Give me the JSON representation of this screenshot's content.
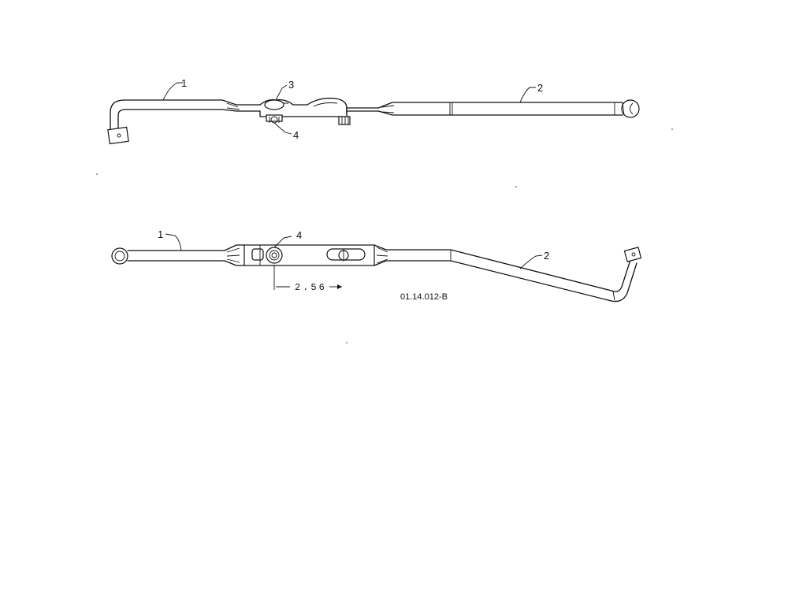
{
  "top_view": {
    "callouts": [
      "1",
      "2",
      "3",
      "4"
    ]
  },
  "bottom_view": {
    "callouts": [
      "1",
      "2",
      "4"
    ],
    "dimension": "2.56"
  },
  "drawing_code": "01.14.012-B"
}
